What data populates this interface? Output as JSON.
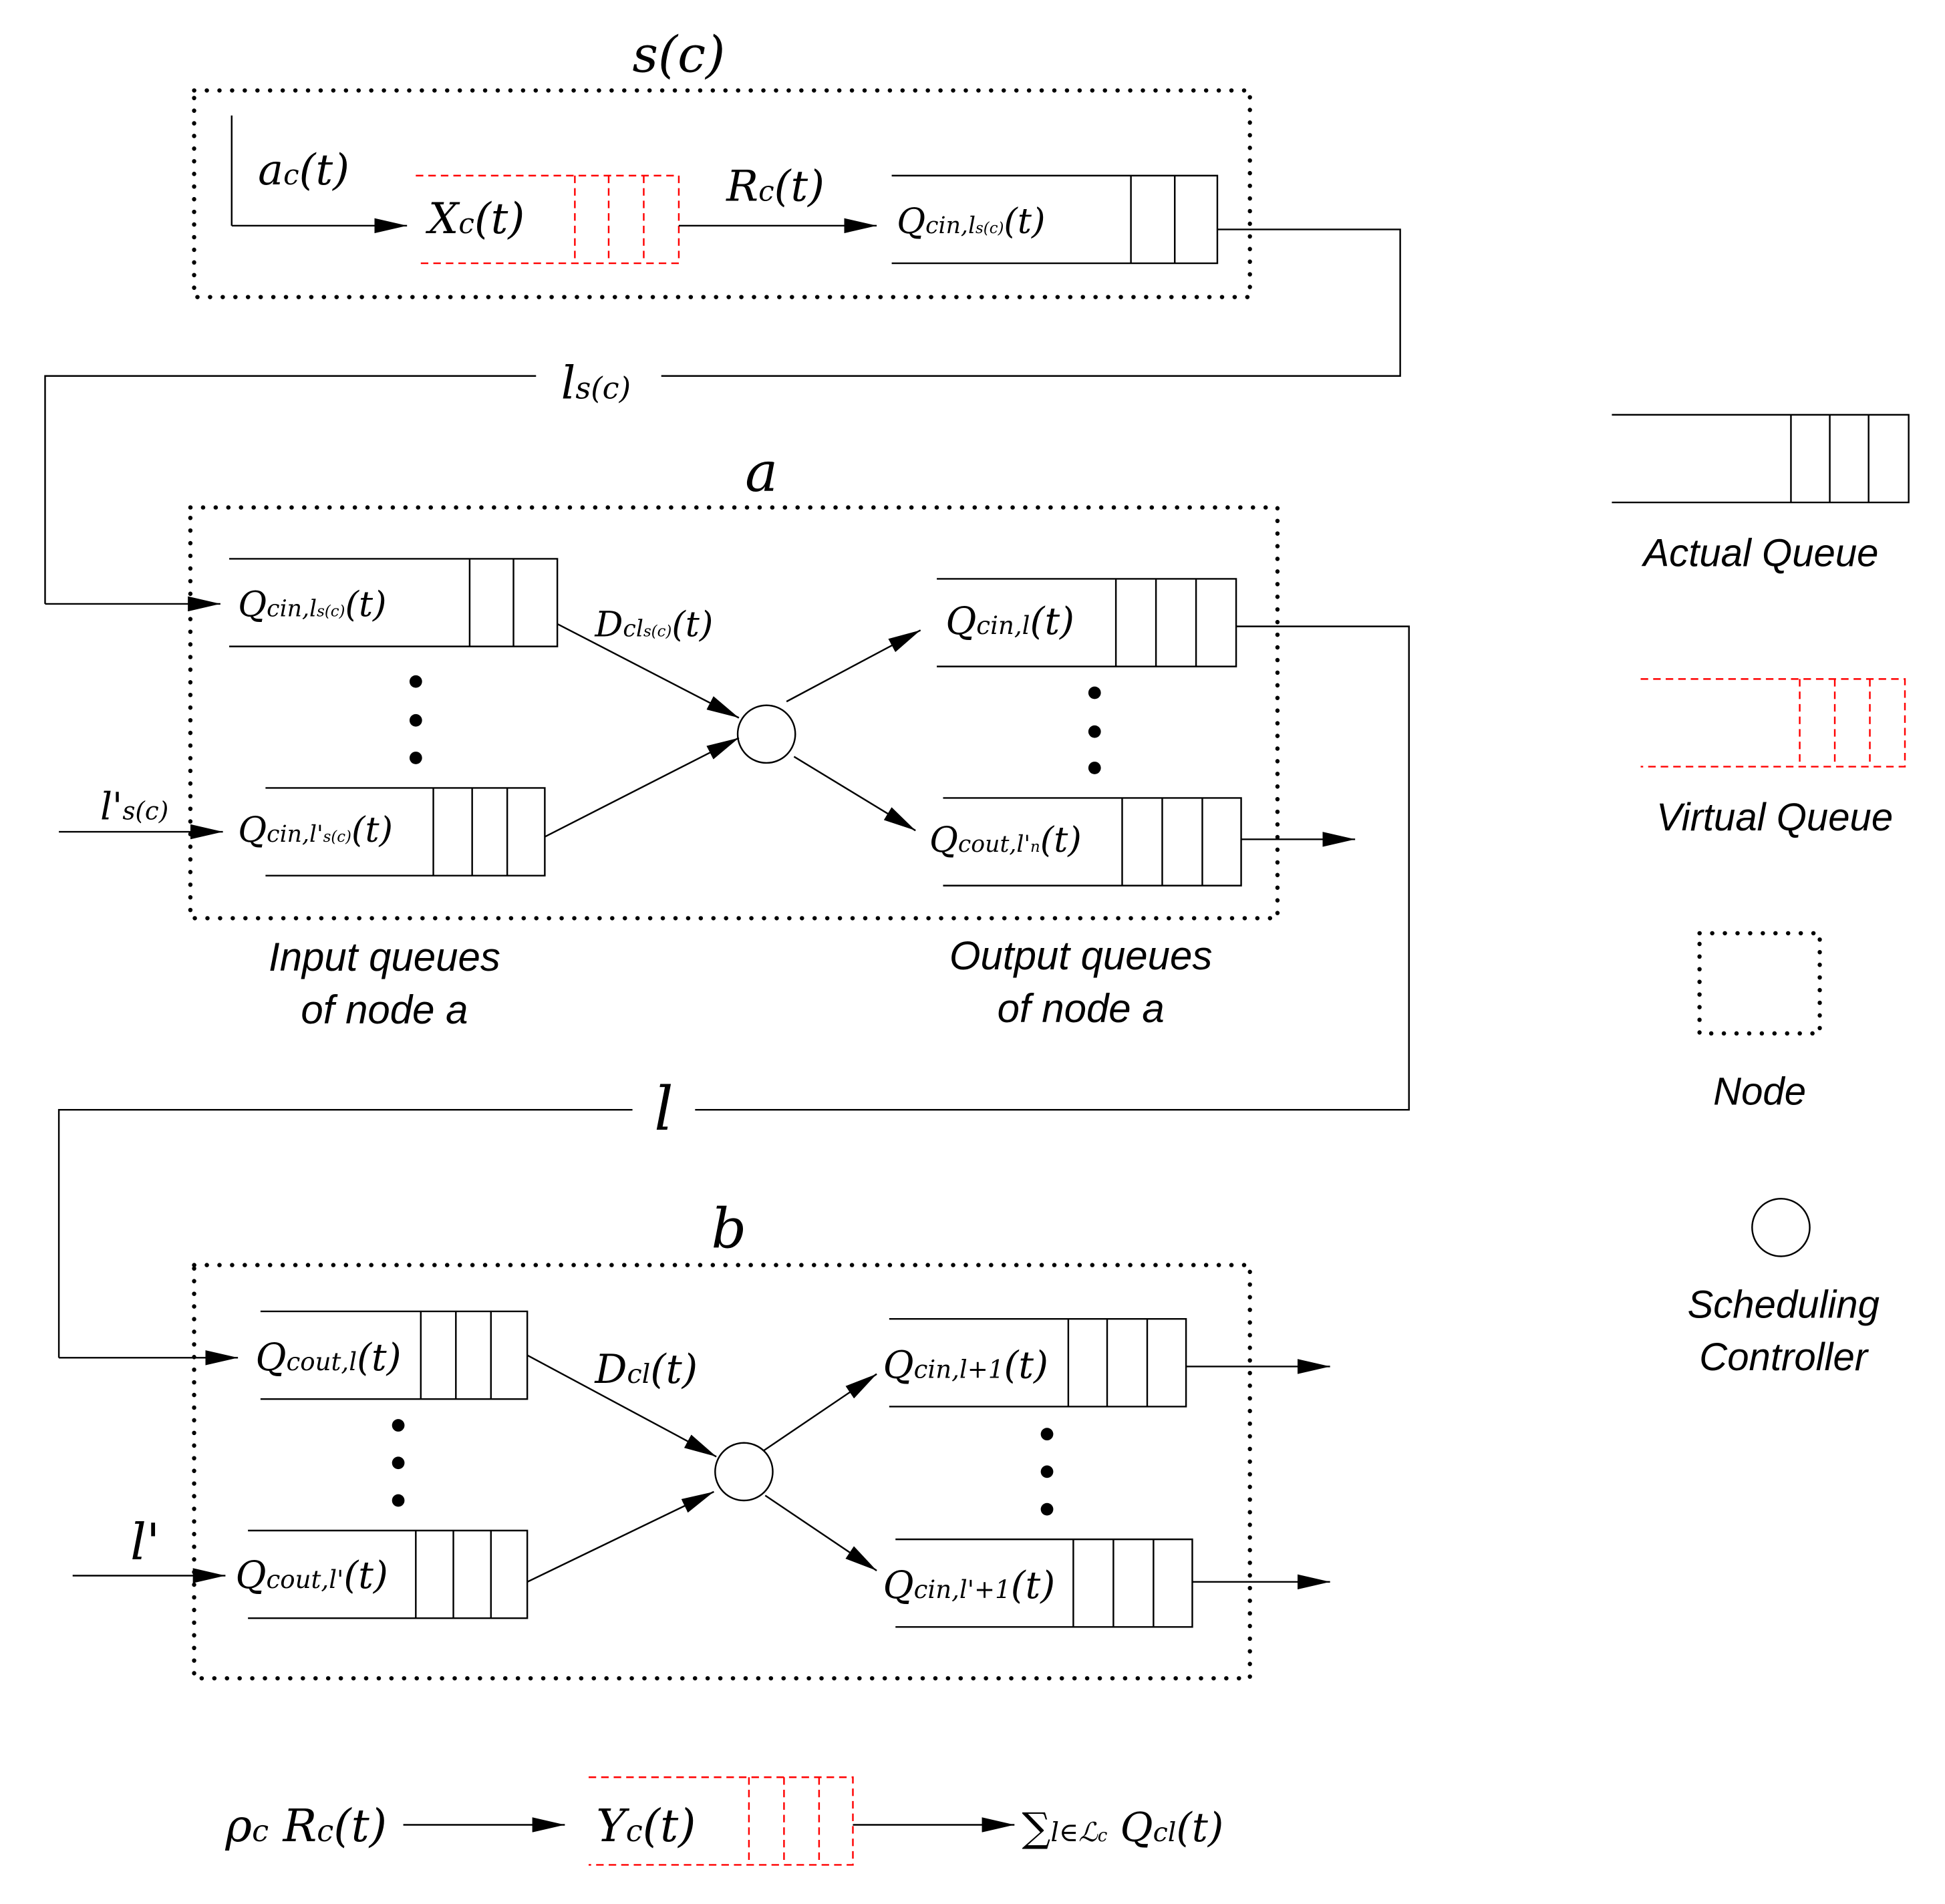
{
  "nodes": {
    "source": {
      "label": "s(c)"
    },
    "a": {
      "label": "a"
    },
    "b": {
      "label": "b"
    }
  },
  "source_node": {
    "arrival": "a_c(t)",
    "virtual_queue": "X_c(t)",
    "rate": "R_c(t)",
    "queue": "Q^c_{in,l_{s(c)}}(t)"
  },
  "links": {
    "ls": "l_{s(c)}",
    "lprime_s": "l'_{s(c)}",
    "l": "l",
    "lprime": "l'"
  },
  "node_a": {
    "in_queue_top": "Q^c_{in,l_{s(c)}}(t)",
    "in_queue_bottom": "Q^c_{in,l'_{s(c)}}(t)",
    "schedule_label": "D^c_{l_{s(c)}}(t)",
    "out_queue_top": "Q^c_{in,l}(t)",
    "out_queue_bottom": "Q^c_{out,l'_n}(t)",
    "caption_input": [
      "Input  queues",
      "of node a"
    ],
    "caption_output": [
      "Output  queues",
      "of node a"
    ]
  },
  "node_b": {
    "in_queue_top": "Q^c_{out,l}(t)",
    "in_queue_bottom": "Q^c_{out,l'}(t)",
    "schedule_label": "D^c_l(t)",
    "out_queue_top": "Q^c_{in,l+1}(t)",
    "out_queue_bottom": "Q^c_{in,l'+1}(t)"
  },
  "bottom_row": {
    "input": "ρ_c R_c(t)",
    "virtual_queue": "Y_c(t)",
    "sum_expr": "∑_{l∈ℒ_c} Q^c_l(t)"
  },
  "legend": {
    "actual_queue": "Actual Queue",
    "virtual_queue": "Virtual  Queue",
    "node": "Node",
    "scheduling_controller": [
      "Scheduling",
      "Controller"
    ]
  },
  "colors": {
    "line": "#000000",
    "virtual": "#ff0000"
  },
  "icons": {
    "actual_queue": "queue-icon",
    "virtual_queue": "virtual-queue-icon",
    "node": "dotted-box-icon",
    "controller": "circle-icon"
  }
}
